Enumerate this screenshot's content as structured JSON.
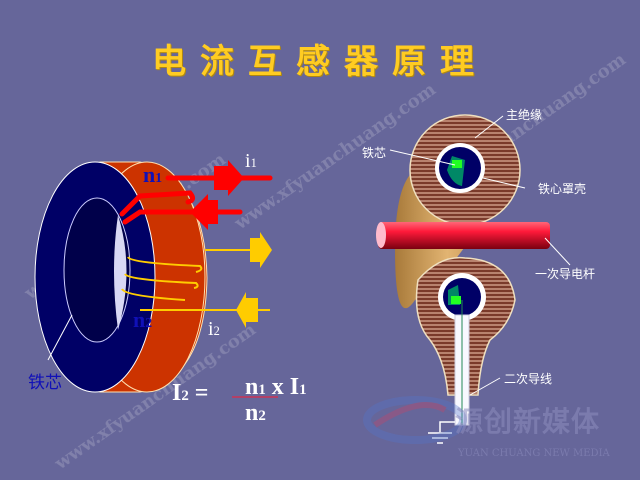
{
  "title": "电流互感器原理",
  "left_diagram": {
    "n1_label": "n",
    "n1_sub": "1",
    "n2_label": "n",
    "n2_sub": "2",
    "i1_label": "i",
    "i1_sub": "1",
    "i2_label": "i",
    "i2_sub": "2",
    "core_label": "铁芯",
    "colors": {
      "core_front": "#000066",
      "core_side": "#cc3300",
      "primary_winding": "#ff0000",
      "secondary_winding": "#ffcc00"
    }
  },
  "formula": {
    "lhs": "I",
    "lhs_sub": "2",
    "equals": " =",
    "num_n": "n",
    "num_n_sub": "1",
    "times": " x ",
    "num_i": "I",
    "num_i_sub": "1",
    "den_n": "n",
    "den_n_sub": "2"
  },
  "right_diagram": {
    "labels": {
      "main_insulation": "主绝缘",
      "iron_core": "铁芯",
      "core_shell": "铁心罩壳",
      "primary_bar": "一次导电杆",
      "secondary_wire": "二次导线"
    }
  },
  "watermark": {
    "url": "www.xfyuanchuang.com",
    "logo_cn": "源创新媒体",
    "logo_en": "YUAN CHUANG NEW MEDIA"
  }
}
